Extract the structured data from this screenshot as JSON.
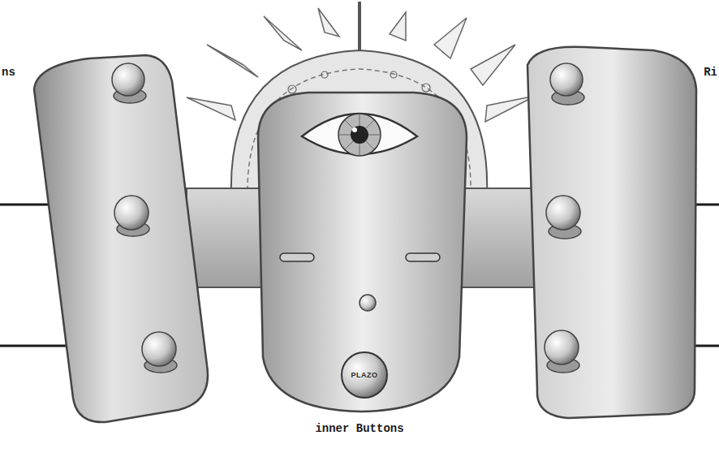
{
  "diagram": {
    "labels": [
      "ns",
      "Ri",
      "inner Buttons",
      "PLAZO"
    ]
  }
}
